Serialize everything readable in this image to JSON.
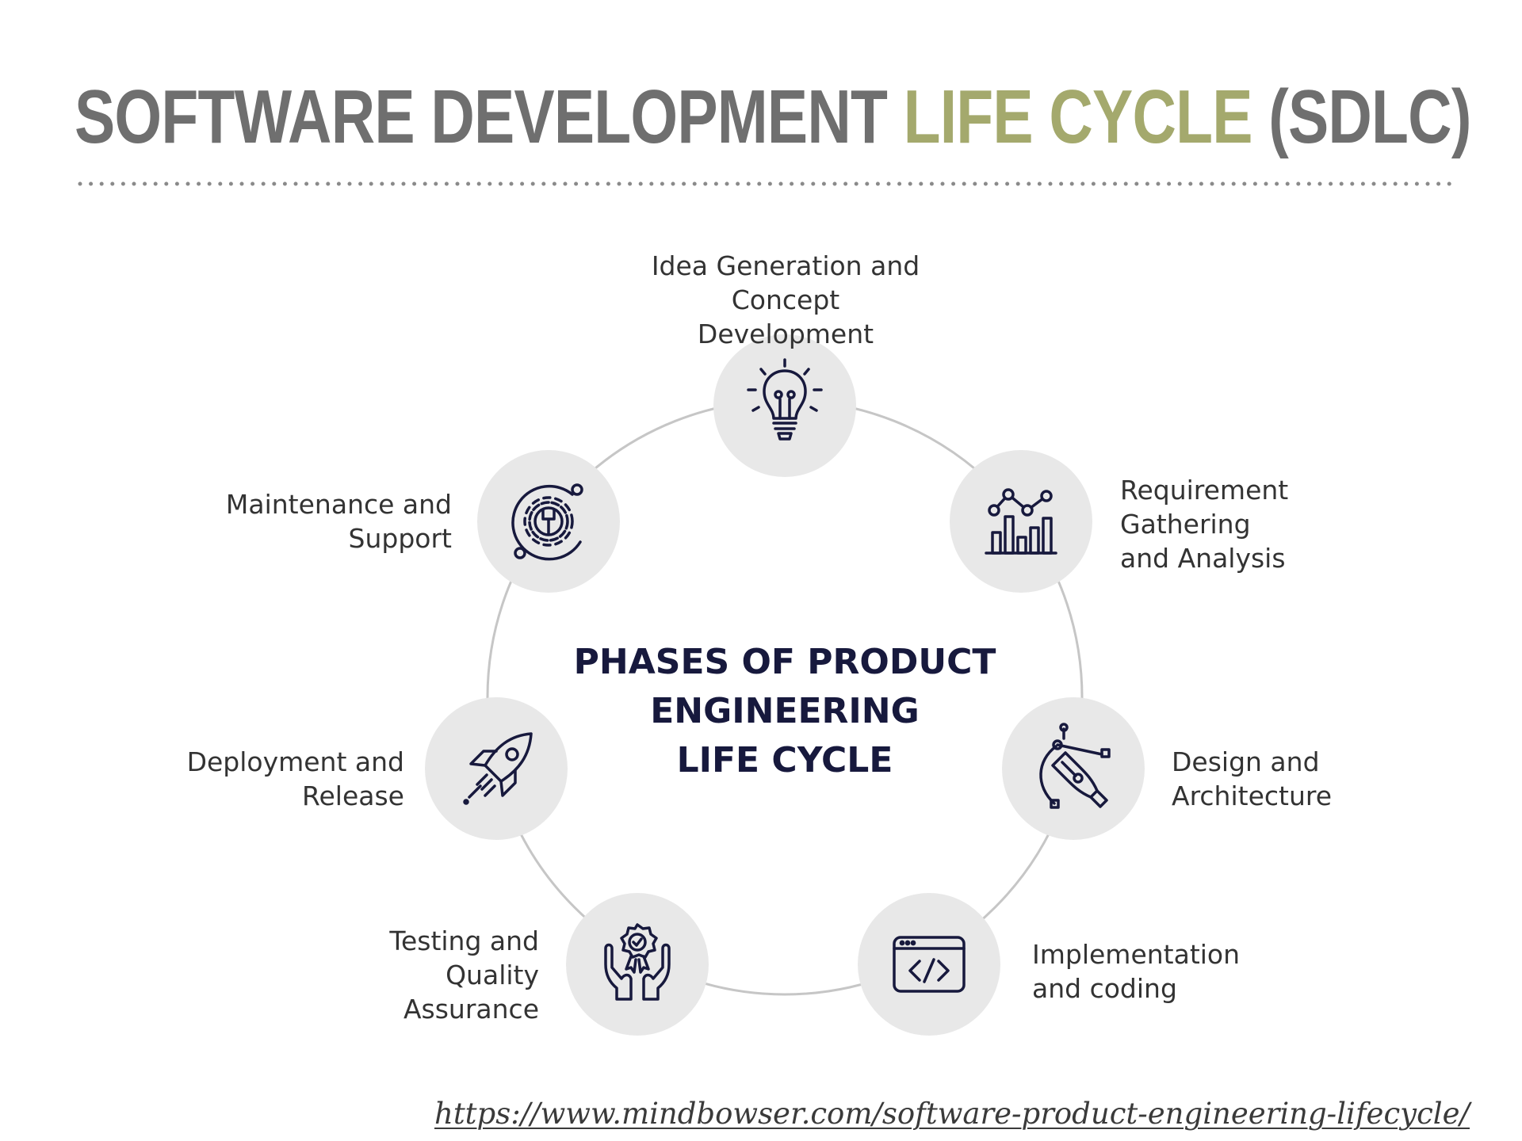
{
  "header": {
    "title_part1": "SOFTWARE DEVELOPMENT ",
    "title_part2": "LIFE CYCLE",
    "title_part3": " (SDLC)",
    "title_color": "#6f6f6f",
    "accent_color": "#a4a96d"
  },
  "diagram": {
    "center_title": "PHASES OF PRODUCT\nENGINEERING\nLIFE CYCLE",
    "icon_color": "#17193d",
    "circle_color": "#e8e8e8",
    "ring_color": "#c6c6c6",
    "phases": [
      {
        "label": "Idea Generation and\nConcept Development",
        "icon": "lightbulb-icon"
      },
      {
        "label": "Requirement\nGathering\nand Analysis",
        "icon": "bar-chart-icon"
      },
      {
        "label": "Design and\nArchitecture",
        "icon": "pen-tool-icon"
      },
      {
        "label": "Implementation\nand coding",
        "icon": "code-window-icon"
      },
      {
        "label": "Testing and\nQuality\nAssurance",
        "icon": "hands-badge-icon"
      },
      {
        "label": "Deployment and\nRelease",
        "icon": "rocket-icon"
      },
      {
        "label": "Maintenance and\nSupport",
        "icon": "gear-wrench-icon"
      }
    ]
  },
  "footer": {
    "source_url": "https://www.mindbowser.com/software-product-engineering-lifecycle/"
  }
}
